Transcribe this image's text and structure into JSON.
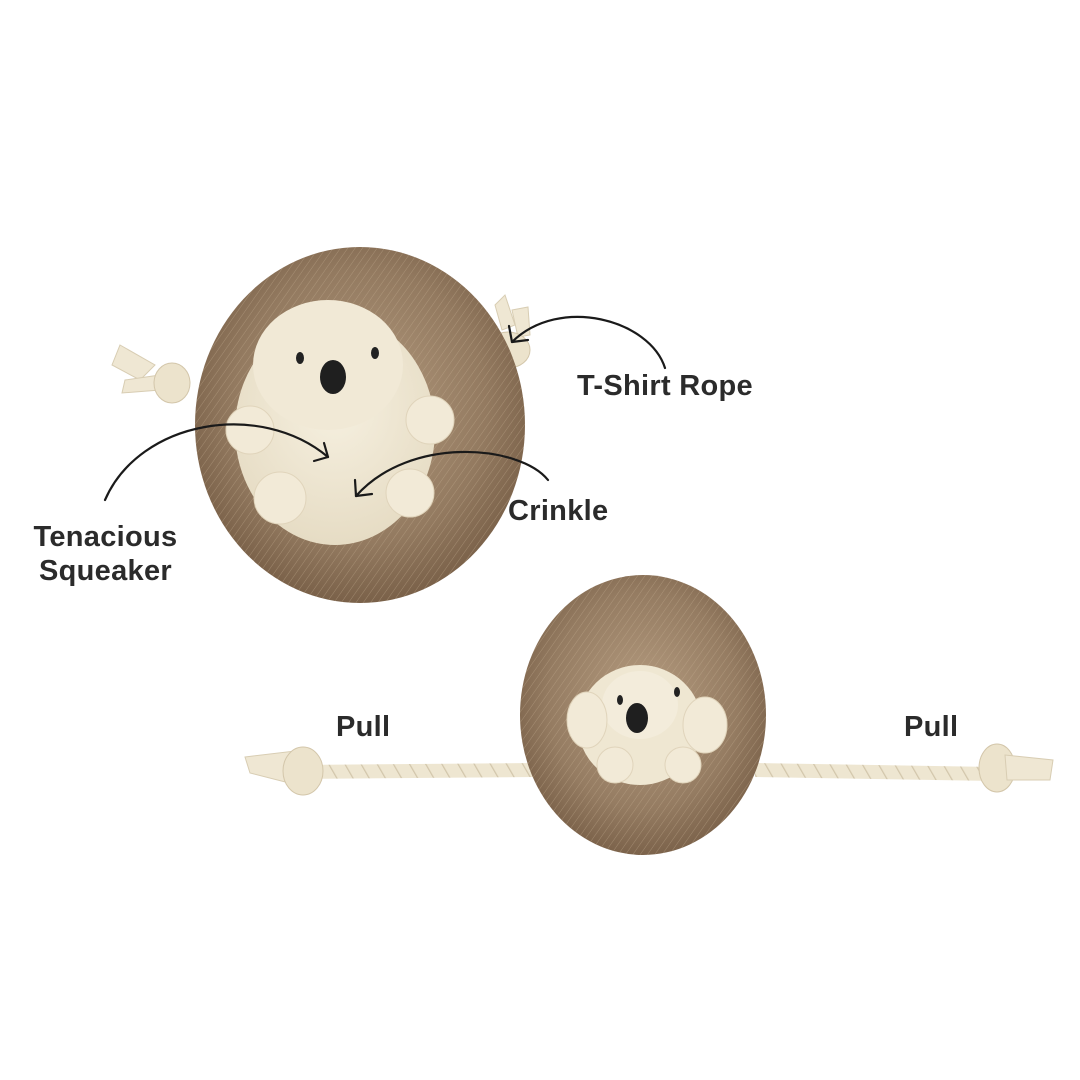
{
  "figure": {
    "description": "Hedgehog plush dog toy feature callout",
    "colors": {
      "background": "#ffffff",
      "fur_outer": "#8a6f55",
      "fur_light": "#b49a7c",
      "body_cream": "#efe6d0",
      "rope": "#ece4cf",
      "nose": "#1f1f1f",
      "label_text": "#2b2b2b",
      "arrow": "#1a1a1a"
    }
  },
  "top_product": {
    "name": "Hedgehog plush toy (front view)",
    "callouts": {
      "rope": "T-Shirt Rope",
      "crinkle": "Crinkle",
      "squeaker_line1": "Tenacious",
      "squeaker_line2": "Squeaker"
    }
  },
  "bottom_product": {
    "name": "Hedgehog plush toy with rope through body",
    "callouts": {
      "pull_left": "Pull",
      "pull_right": "Pull"
    }
  }
}
